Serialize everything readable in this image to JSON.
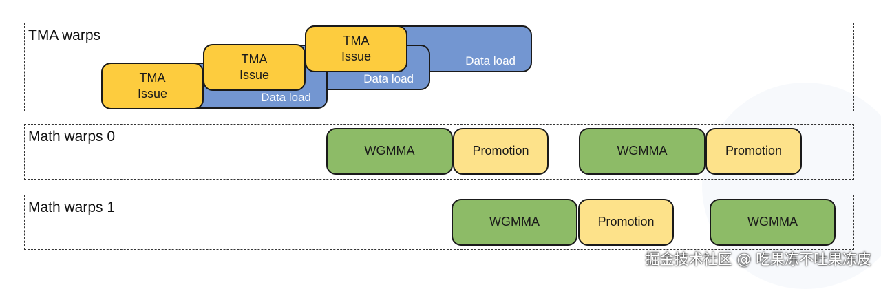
{
  "lanes": {
    "tma": {
      "label": "TMA warps",
      "issue_label": "TMA\nIssue",
      "data_label": "Data load"
    },
    "math0": {
      "label": "Math warps 0",
      "wgmma_label": "WGMMA",
      "promotion_label": "Promotion"
    },
    "math1": {
      "label": "Math warps 1",
      "wgmma_label": "WGMMA",
      "promotion_label": "Promotion"
    }
  },
  "watermark": "掘金技术社区 @ 吃果冻不吐果冻皮",
  "colors": {
    "tma_issue": "#fdcc3e",
    "data_load": "#7396d1",
    "wgmma": "#8dbb67",
    "promotion": "#fde28a"
  }
}
